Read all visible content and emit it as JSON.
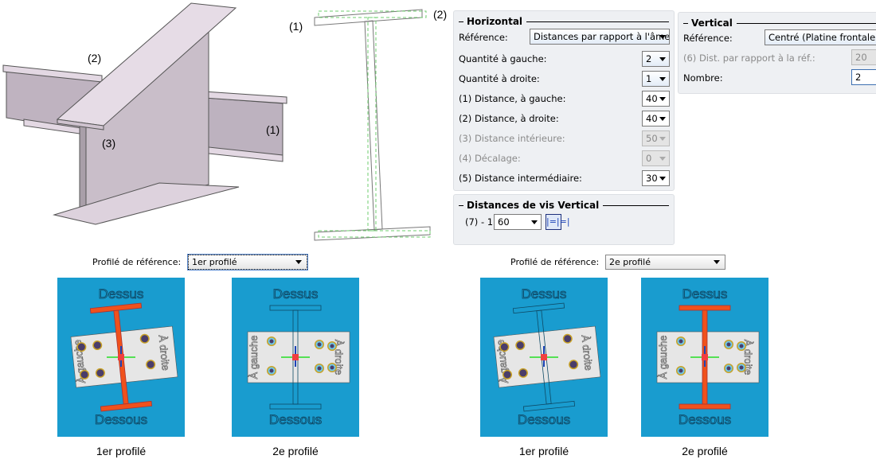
{
  "beam3d": {
    "labels": {
      "one": "(1)",
      "two": "(2)",
      "three": "(3)"
    }
  },
  "section": {
    "labels": {
      "one": "(1)",
      "two": "(2)"
    }
  },
  "horizontal": {
    "title": "Horizontal",
    "reference_label": "Référence:",
    "reference_value": "Distances par rapport à l'âme",
    "rows": [
      {
        "label": "Quantité à gauche:",
        "value": "2",
        "disabled": false
      },
      {
        "label": "Quantité à droite:",
        "value": "1",
        "disabled": false
      },
      {
        "label": "(1) Distance, à gauche:",
        "value": "40",
        "disabled": false
      },
      {
        "label": "(2) Distance, à droite:",
        "value": "40",
        "disabled": false
      },
      {
        "label": "(3) Distance intérieure:",
        "value": "50",
        "disabled": true
      },
      {
        "label": "(4) Décalage:",
        "value": "0",
        "disabled": true
      },
      {
        "label": "(5) Distance intermédiaire:",
        "value": "30",
        "disabled": false
      }
    ]
  },
  "vertical": {
    "title": "Vertical",
    "reference_label": "Référence:",
    "reference_value": "Centré (Platine frontale)",
    "dist_label": "(6) Dist. par rapport à la réf.:",
    "dist_value": "20",
    "count_label": "Nombre:",
    "count_value": "2"
  },
  "screw_distances": {
    "title": "Distances de vis Vertical",
    "row_label": "(7) - 1",
    "row_value": "60",
    "equal_icon": "equal-distribution-icon"
  },
  "left_group": {
    "ref_label": "Profilé de référence:",
    "ref_value": "1er profilé"
  },
  "right_group": {
    "ref_label": "Profilé de référence:",
    "ref_value": "2e profilé"
  },
  "previews": [
    {
      "caption": "1er profilé",
      "top": "Dessus",
      "bottom": "Dessous",
      "left": "À gauche",
      "right": "À droite"
    },
    {
      "caption": "2e profilé",
      "top": "Dessus",
      "bottom": "Dessous",
      "left": "À gauche",
      "right": "À droite"
    },
    {
      "caption": "1er profilé",
      "top": "Dessus",
      "bottom": "Dessous",
      "left": "À gauche",
      "right": "À droite"
    },
    {
      "caption": "2e profilé",
      "top": "Dessus",
      "bottom": "Dessous",
      "left": "À gauche",
      "right": "À droite"
    }
  ],
  "colors": {
    "preview_bg": "#199ccf",
    "highlight": "#f0511c",
    "accent": "#1d44b8"
  }
}
